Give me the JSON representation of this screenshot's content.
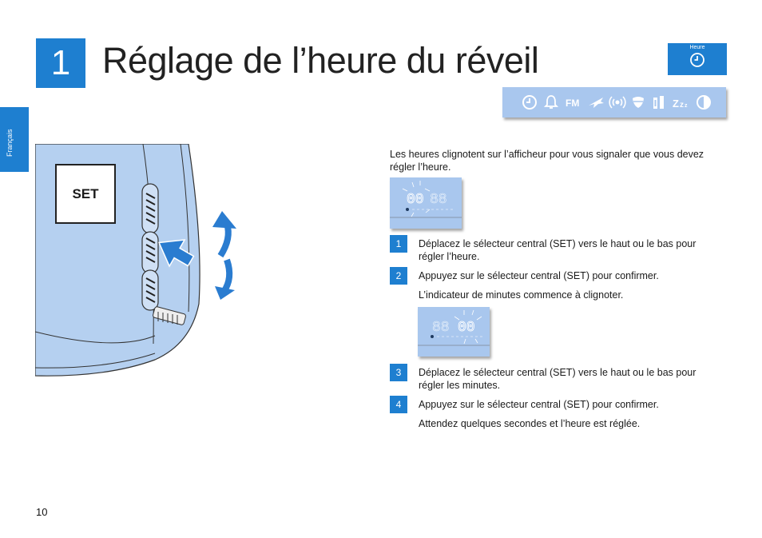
{
  "header": {
    "chapter_number": "1",
    "title": "Réglage de l’heure du réveil",
    "tab_label": "Heure"
  },
  "sidebar": {
    "language": "Français"
  },
  "illustration": {
    "set_label": "SET"
  },
  "content": {
    "intro": "Les heures clignotent sur l’afficheur pour vous signaler que vous devez régler l’heure.",
    "steps": [
      {
        "number": "1",
        "text": "Déplacez le sélecteur central (SET) vers le haut ou le bas pour régler l’heure."
      },
      {
        "number": "2",
        "text": "Appuyez sur le sélecteur central (SET) pour confirmer."
      },
      {
        "number": "3",
        "text": "Déplacez le sélecteur central (SET) vers le haut ou le bas pour régler les minutes."
      },
      {
        "number": "4",
        "text": "Appuyez sur le sélecteur central (SET) pour confirmer."
      }
    ],
    "note_after_step2": "L’indicateur de minutes commence à clignoter.",
    "note_after_step4": "Attendez quelques secondes et l’heure est réglée."
  },
  "icons": [
    "clock-icon",
    "bell-icon",
    "fm-icon",
    "plane-icon",
    "broadcast-icon",
    "shield-icon",
    "bottles-icon",
    "sleep-icon",
    "contrast-icon"
  ],
  "footer": {
    "page_number": "10"
  },
  "colors": {
    "accent": "#1e7fd0",
    "panel": "#a9c7ee",
    "device": "#b5d0f0"
  }
}
